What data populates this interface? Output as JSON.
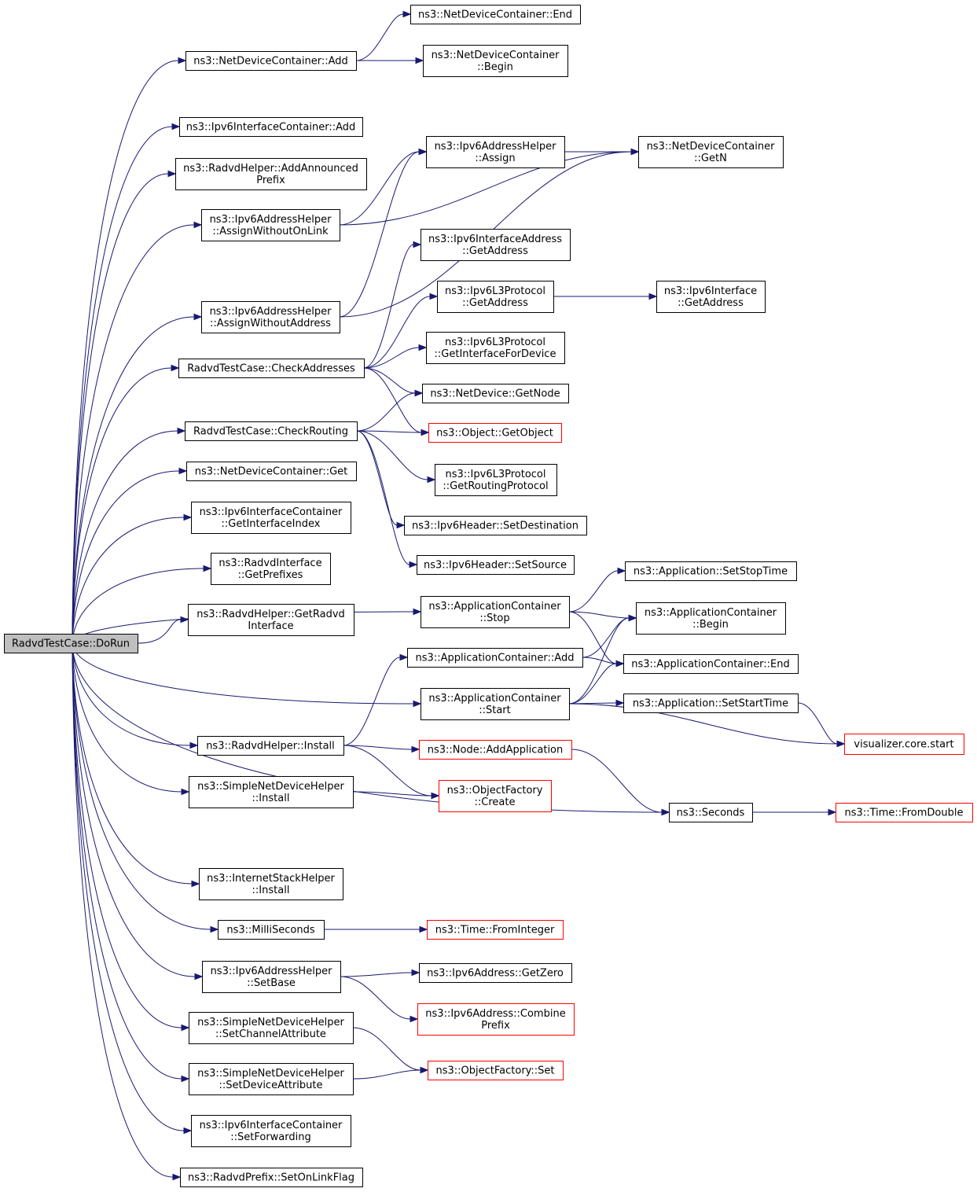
{
  "colors": {
    "edge": "#191970",
    "node_border": "#000000",
    "external_border": "#ff0000",
    "root_fill": "#bfbfbf",
    "node_fill": "#ffffff"
  },
  "nodes": {
    "root": {
      "lines": [
        "RadvdTestCase::DoRun"
      ],
      "kind": "root"
    },
    "ndc_add": {
      "lines": [
        "ns3::NetDeviceContainer::Add"
      ],
      "kind": "normal"
    },
    "ndc_end": {
      "lines": [
        "ns3::NetDeviceContainer::End"
      ],
      "kind": "normal"
    },
    "ndc_begin": {
      "lines": [
        "ns3::NetDeviceContainer",
        "::Begin"
      ],
      "kind": "normal"
    },
    "ipv6ic_add": {
      "lines": [
        "ns3::Ipv6InterfaceContainer::Add"
      ],
      "kind": "normal"
    },
    "radvd_addann": {
      "lines": [
        "ns3::RadvdHelper::AddAnnounced",
        "Prefix"
      ],
      "kind": "normal"
    },
    "aah_assign": {
      "lines": [
        "ns3::Ipv6AddressHelper",
        "::Assign"
      ],
      "kind": "normal"
    },
    "ndc_getn": {
      "lines": [
        "ns3::NetDeviceContainer",
        "::GetN"
      ],
      "kind": "normal"
    },
    "aah_awol": {
      "lines": [
        "ns3::Ipv6AddressHelper",
        "::AssignWithoutOnLink"
      ],
      "kind": "normal"
    },
    "ipv6ia_getaddr": {
      "lines": [
        "ns3::Ipv6InterfaceAddress",
        "::GetAddress"
      ],
      "kind": "normal"
    },
    "l3_getaddr": {
      "lines": [
        "ns3::Ipv6L3Protocol",
        "::GetAddress"
      ],
      "kind": "normal"
    },
    "ipv6if_getaddr": {
      "lines": [
        "ns3::Ipv6Interface",
        "::GetAddress"
      ],
      "kind": "normal"
    },
    "aah_awoa": {
      "lines": [
        "ns3::Ipv6AddressHelper",
        "::AssignWithoutAddress"
      ],
      "kind": "normal"
    },
    "l3_getiffordev": {
      "lines": [
        "ns3::Ipv6L3Protocol",
        "::GetInterfaceForDevice"
      ],
      "kind": "normal"
    },
    "check_addr": {
      "lines": [
        "RadvdTestCase::CheckAddresses"
      ],
      "kind": "normal"
    },
    "nd_getnode": {
      "lines": [
        "ns3::NetDevice::GetNode"
      ],
      "kind": "normal"
    },
    "check_rout": {
      "lines": [
        "RadvdTestCase::CheckRouting"
      ],
      "kind": "normal"
    },
    "obj_getobj": {
      "lines": [
        "ns3::Object::GetObject"
      ],
      "kind": "external"
    },
    "l3_getrp": {
      "lines": [
        "ns3::Ipv6L3Protocol",
        "::GetRoutingProtocol"
      ],
      "kind": "normal"
    },
    "ndc_get": {
      "lines": [
        "ns3::NetDeviceContainer::Get"
      ],
      "kind": "normal"
    },
    "ipv6ic_getidx": {
      "lines": [
        "ns3::Ipv6InterfaceContainer",
        "::GetInterfaceIndex"
      ],
      "kind": "normal"
    },
    "hdr_setdst": {
      "lines": [
        "ns3::Ipv6Header::SetDestination"
      ],
      "kind": "normal"
    },
    "hdr_setsrc": {
      "lines": [
        "ns3::Ipv6Header::SetSource"
      ],
      "kind": "normal"
    },
    "radvdif_getpref": {
      "lines": [
        "ns3::RadvdInterface",
        "::GetPrefixes"
      ],
      "kind": "normal"
    },
    "app_setstop": {
      "lines": [
        "ns3::Application::SetStopTime"
      ],
      "kind": "normal"
    },
    "ac_stop": {
      "lines": [
        "ns3::ApplicationContainer",
        "::Stop"
      ],
      "kind": "normal"
    },
    "radvd_getif": {
      "lines": [
        "ns3::RadvdHelper::GetRadvd",
        "Interface"
      ],
      "kind": "normal"
    },
    "ac_begin": {
      "lines": [
        "ns3::ApplicationContainer",
        "::Begin"
      ],
      "kind": "normal"
    },
    "ac_add": {
      "lines": [
        "ns3::ApplicationContainer::Add"
      ],
      "kind": "normal"
    },
    "ac_end": {
      "lines": [
        "ns3::ApplicationContainer::End"
      ],
      "kind": "normal"
    },
    "ac_start": {
      "lines": [
        "ns3::ApplicationContainer",
        "::Start"
      ],
      "kind": "normal"
    },
    "app_setstart": {
      "lines": [
        "ns3::Application::SetStartTime"
      ],
      "kind": "normal"
    },
    "radvd_install": {
      "lines": [
        "ns3::RadvdHelper::Install"
      ],
      "kind": "normal"
    },
    "node_addapp": {
      "lines": [
        "ns3::Node::AddApplication"
      ],
      "kind": "external"
    },
    "vis_start": {
      "lines": [
        "visualizer.core.start"
      ],
      "kind": "external"
    },
    "sndh_install": {
      "lines": [
        "ns3::SimpleNetDeviceHelper",
        "::Install"
      ],
      "kind": "normal"
    },
    "of_create": {
      "lines": [
        "ns3::ObjectFactory",
        "::Create"
      ],
      "kind": "external"
    },
    "seconds": {
      "lines": [
        "ns3::Seconds"
      ],
      "kind": "normal"
    },
    "time_fromdouble": {
      "lines": [
        "ns3::Time::FromDouble"
      ],
      "kind": "external"
    },
    "ish_install": {
      "lines": [
        "ns3::InternetStackHelper",
        "::Install"
      ],
      "kind": "normal"
    },
    "millis": {
      "lines": [
        "ns3::MilliSeconds"
      ],
      "kind": "normal"
    },
    "time_fromint": {
      "lines": [
        "ns3::Time::FromInteger"
      ],
      "kind": "external"
    },
    "aah_setbase": {
      "lines": [
        "ns3::Ipv6AddressHelper",
        "::SetBase"
      ],
      "kind": "normal"
    },
    "ipv6addr_getzero": {
      "lines": [
        "ns3::Ipv6Address::GetZero"
      ],
      "kind": "normal"
    },
    "ipv6addr_combine": {
      "lines": [
        "ns3::Ipv6Address::Combine",
        "Prefix"
      ],
      "kind": "external"
    },
    "sndh_setchan": {
      "lines": [
        "ns3::SimpleNetDeviceHelper",
        "::SetChannelAttribute"
      ],
      "kind": "normal"
    },
    "of_set": {
      "lines": [
        "ns3::ObjectFactory::Set"
      ],
      "kind": "external"
    },
    "sndh_setdev": {
      "lines": [
        "ns3::SimpleNetDeviceHelper",
        "::SetDeviceAttribute"
      ],
      "kind": "normal"
    },
    "ipv6ic_setfwd": {
      "lines": [
        "ns3::Ipv6InterfaceContainer",
        "::SetForwarding"
      ],
      "kind": "normal"
    },
    "prefix_setonlink": {
      "lines": [
        "ns3::RadvdPrefix::SetOnLinkFlag"
      ],
      "kind": "normal"
    }
  },
  "edges": [
    [
      "root",
      "ndc_add"
    ],
    [
      "root",
      "ipv6ic_add"
    ],
    [
      "root",
      "radvd_addann"
    ],
    [
      "root",
      "aah_awol"
    ],
    [
      "root",
      "aah_awoa"
    ],
    [
      "root",
      "check_addr"
    ],
    [
      "root",
      "check_rout"
    ],
    [
      "root",
      "ndc_get"
    ],
    [
      "root",
      "ipv6ic_getidx"
    ],
    [
      "root",
      "radvdif_getpref"
    ],
    [
      "root",
      "radvd_getif"
    ],
    [
      "root",
      "ac_stop"
    ],
    [
      "root",
      "ac_start"
    ],
    [
      "root",
      "radvd_install"
    ],
    [
      "root",
      "sndh_install"
    ],
    [
      "root",
      "seconds"
    ],
    [
      "root",
      "ish_install"
    ],
    [
      "root",
      "millis"
    ],
    [
      "root",
      "aah_setbase"
    ],
    [
      "root",
      "sndh_setchan"
    ],
    [
      "root",
      "sndh_setdev"
    ],
    [
      "root",
      "ipv6ic_setfwd"
    ],
    [
      "root",
      "prefix_setonlink"
    ],
    [
      "ndc_add",
      "ndc_end"
    ],
    [
      "ndc_add",
      "ndc_begin"
    ],
    [
      "aah_awol",
      "aah_assign"
    ],
    [
      "aah_awol",
      "ndc_getn"
    ],
    [
      "aah_assign",
      "ndc_getn"
    ],
    [
      "aah_awoa",
      "aah_assign"
    ],
    [
      "aah_awoa",
      "ndc_getn"
    ],
    [
      "check_addr",
      "ipv6ia_getaddr"
    ],
    [
      "check_addr",
      "l3_getaddr"
    ],
    [
      "check_addr",
      "l3_getiffordev"
    ],
    [
      "check_addr",
      "nd_getnode"
    ],
    [
      "check_addr",
      "obj_getobj"
    ],
    [
      "l3_getaddr",
      "ipv6if_getaddr"
    ],
    [
      "check_rout",
      "nd_getnode"
    ],
    [
      "check_rout",
      "obj_getobj"
    ],
    [
      "check_rout",
      "l3_getrp"
    ],
    [
      "check_rout",
      "hdr_setdst"
    ],
    [
      "check_rout",
      "hdr_setsrc"
    ],
    [
      "ac_stop",
      "app_setstop"
    ],
    [
      "ac_stop",
      "ac_begin"
    ],
    [
      "ac_stop",
      "ac_end"
    ],
    [
      "ac_add",
      "ac_begin"
    ],
    [
      "ac_add",
      "ac_end"
    ],
    [
      "ac_start",
      "ac_begin"
    ],
    [
      "ac_start",
      "ac_end"
    ],
    [
      "ac_start",
      "app_setstart"
    ],
    [
      "ac_start",
      "vis_start"
    ],
    [
      "app_setstart",
      "vis_start"
    ],
    [
      "radvd_install",
      "ac_add"
    ],
    [
      "radvd_install",
      "node_addapp"
    ],
    [
      "radvd_install",
      "of_create"
    ],
    [
      "node_addapp",
      "seconds"
    ],
    [
      "sndh_install",
      "of_create"
    ],
    [
      "seconds",
      "time_fromdouble"
    ],
    [
      "millis",
      "time_fromint"
    ],
    [
      "aah_setbase",
      "ipv6addr_getzero"
    ],
    [
      "aah_setbase",
      "ipv6addr_combine"
    ],
    [
      "sndh_setchan",
      "of_set"
    ],
    [
      "sndh_setdev",
      "of_set"
    ]
  ]
}
